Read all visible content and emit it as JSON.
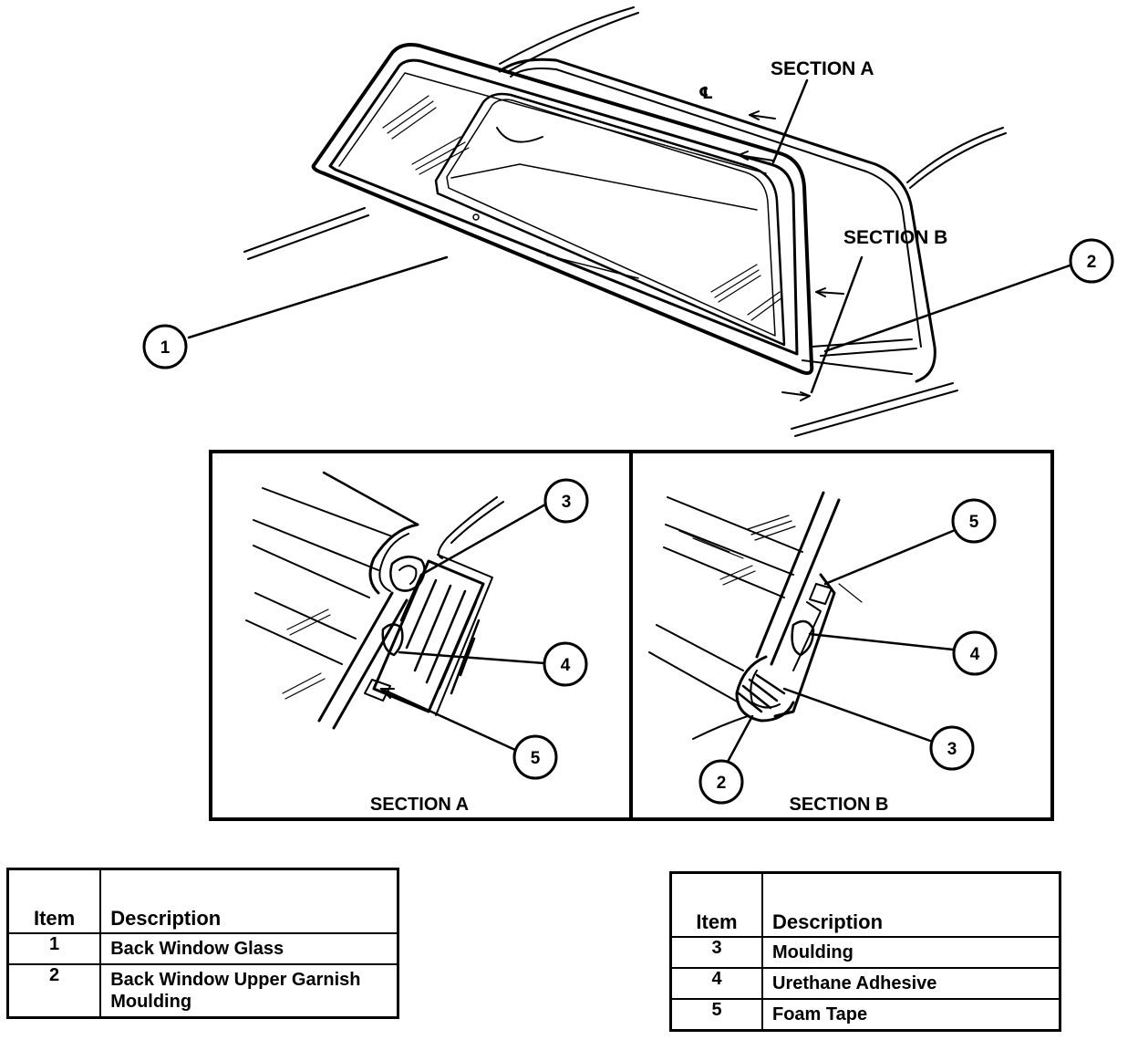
{
  "labels": {
    "section_a_main": "SECTION A",
    "section_b_main": "SECTION B",
    "centerline_symbol": "℄",
    "section_a_caption": "SECTION A",
    "section_b_caption": "SECTION B"
  },
  "callouts": {
    "main_1": "1",
    "main_2": "2",
    "a_3": "3",
    "a_4": "4",
    "a_5": "5",
    "b_5": "5",
    "b_4": "4",
    "b_3": "3",
    "b_2": "2"
  },
  "legend_left": {
    "header_item": "Item",
    "header_description": "Description",
    "rows": [
      {
        "item": "1",
        "description": "Back Window Glass"
      },
      {
        "item": "2",
        "description": "Back Window Upper Garnish Moulding"
      }
    ]
  },
  "legend_right": {
    "header_item": "Item",
    "header_description": "Description",
    "rows": [
      {
        "item": "3",
        "description": "Moulding"
      },
      {
        "item": "4",
        "description": "Urethane Adhesive"
      },
      {
        "item": "5",
        "description": "Foam Tape"
      }
    ]
  }
}
